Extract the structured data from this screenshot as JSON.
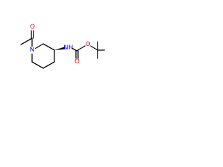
{
  "molecule": {
    "atoms": {
      "ring_n": "N",
      "acetyl_o": "O",
      "amide_nh": "NH",
      "carbamate_o_double": "O",
      "carbamate_o_single": "O"
    }
  },
  "colors": {
    "bond": "#000000",
    "nitrogen": "#0000ff",
    "oxygen": "#ff0000"
  }
}
